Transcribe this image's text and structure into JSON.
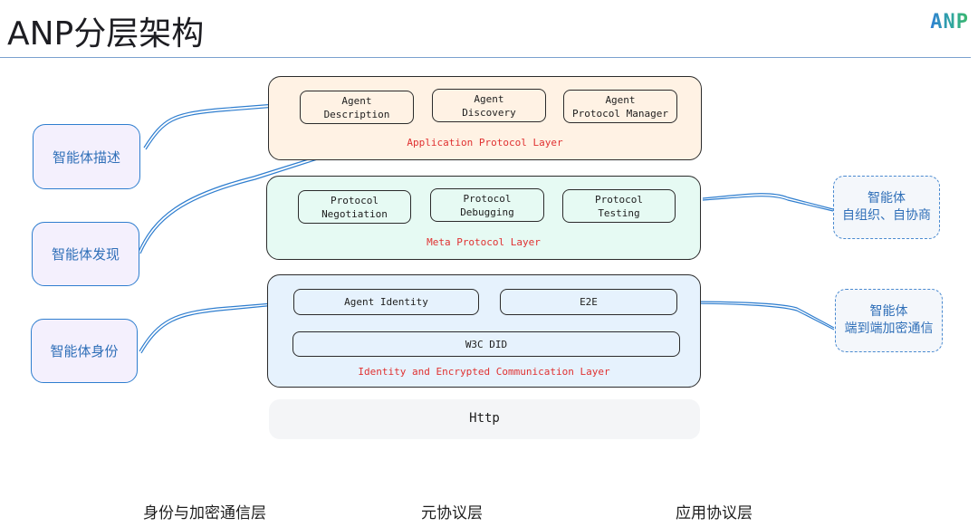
{
  "header": {
    "title": "ANP分层架构",
    "logo_text": "ANP"
  },
  "layers": {
    "application": {
      "label": "Application Protocol Layer",
      "components": [
        {
          "label": "Agent\nDescription"
        },
        {
          "label": "Agent\nDiscovery"
        },
        {
          "label": "Agent\nProtocol Manager"
        }
      ]
    },
    "meta": {
      "label": "Meta Protocol Layer",
      "components": [
        {
          "label": "Protocol\nNegotiation"
        },
        {
          "label": "Protocol\nDebugging"
        },
        {
          "label": "Protocol\nTesting"
        }
      ]
    },
    "identity": {
      "label": "Identity and Encrypted Communication Layer",
      "components": [
        {
          "label": "Agent Identity"
        },
        {
          "label": "E2E"
        },
        {
          "label": "W3C DID"
        }
      ]
    },
    "transport": {
      "label": "Http"
    }
  },
  "left_notes": [
    {
      "label": "智能体描述"
    },
    {
      "label": "智能体发现"
    },
    {
      "label": "智能体身份"
    }
  ],
  "right_notes": [
    {
      "line1": "智能体",
      "line2": "自组织、自协商"
    },
    {
      "line1": "智能体",
      "line2": "端到端加密通信"
    }
  ],
  "bottom_labels": [
    {
      "label": "身份与加密通信层"
    },
    {
      "label": "元协议层"
    },
    {
      "label": "应用协议层"
    }
  ],
  "colors": {
    "app_layer_bg": "#fff2e4",
    "meta_layer_bg": "#e6faf3",
    "identity_layer_bg": "#e6f2fd",
    "layer_label": "#e03131",
    "connector": "#2f7ecf",
    "note_text": "#2f6fb8"
  }
}
